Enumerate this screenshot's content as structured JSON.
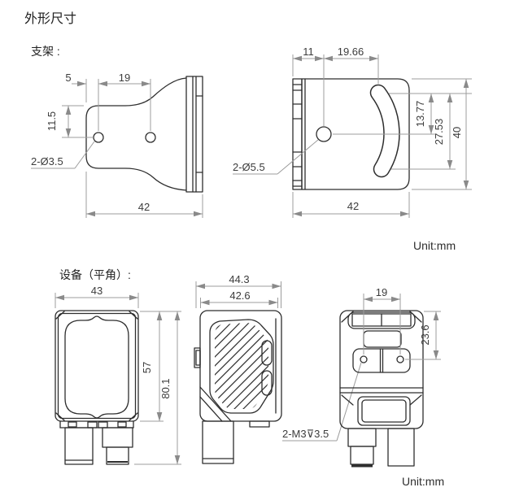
{
  "page": {
    "title": "外形尺寸",
    "unit_label_top": "Unit:mm",
    "unit_label_bottom": "Unit:mm"
  },
  "colors": {
    "outline": "#2e2e2e",
    "dimension_line": "#9c9c9c",
    "dimension_text": "#3c3c3c",
    "background": "#ffffff"
  },
  "bracket_section": {
    "label": "支架 :",
    "side_view": {
      "dim_hole_offset": "5",
      "dim_hole_spacing": "19",
      "dim_hole_height": "11.5",
      "hole_callout": "2-Ø3.5",
      "dim_width": "42"
    },
    "front_view": {
      "dim_hole_offset": "11",
      "dim_slot_offset": "19.66",
      "dim_slot_top": "13.77",
      "dim_slot_span": "27.53",
      "dim_height": "40",
      "hole_callout": "2-Ø5.5",
      "dim_width": "42"
    }
  },
  "device_section": {
    "label": "设备（平角）:",
    "front_view": {
      "dim_width": "43",
      "dim_body_height": "57",
      "dim_total_height": "80.1"
    },
    "side_view": {
      "dim_total_depth": "44.3",
      "dim_body_depth": "42.6",
      "thread_callout": "2-M3⊽3.5"
    },
    "rear_view": {
      "dim_screw_spacing": "19",
      "dim_screw_height": "23.6"
    }
  }
}
